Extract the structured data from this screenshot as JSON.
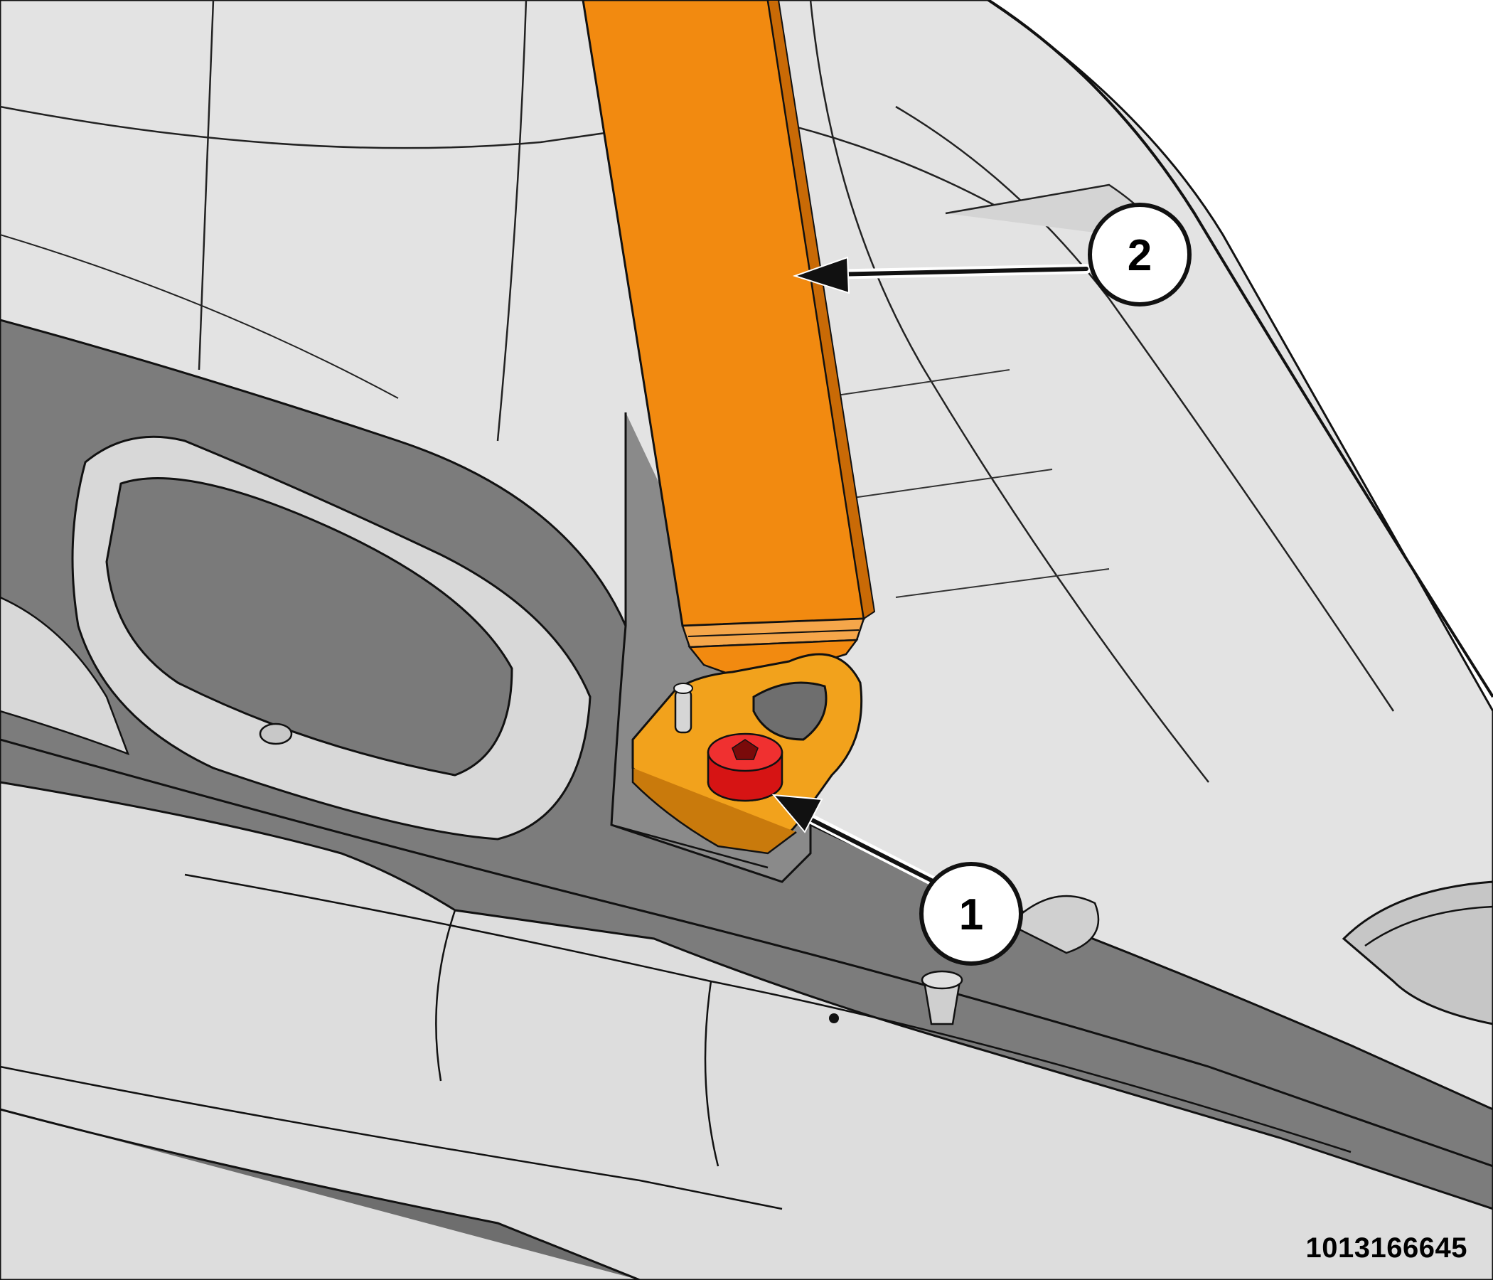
{
  "figure": {
    "id_label": "1013166645"
  },
  "callouts": [
    {
      "number": "1",
      "part": "bolt"
    },
    {
      "number": "2",
      "part": "seat-belt-webbing"
    }
  ],
  "colors": {
    "background": "#ffffff",
    "trim_light": "#e3e3e3",
    "trim_mid": "#c6c6c6",
    "panel_dark": "#7c7c7c",
    "panel_darker": "#6e6e6e",
    "webbing": "#f28a10",
    "anchor": "#f2a21c",
    "bolt": "#e01818",
    "outline": "#111111"
  }
}
